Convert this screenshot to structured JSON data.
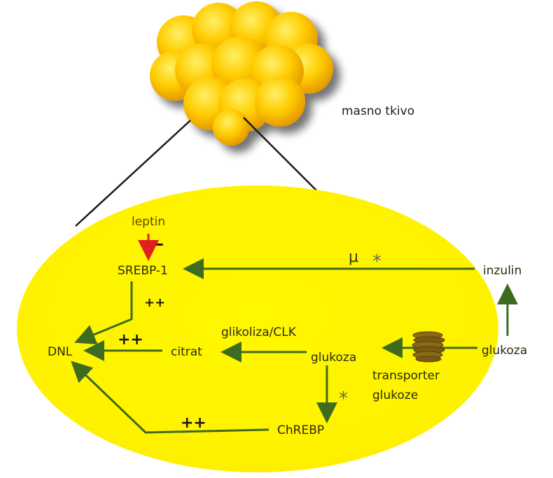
{
  "labels": {
    "tissue": "masno tkivo",
    "leptin": "leptin",
    "minus": "–",
    "srebp": "SREBP-1",
    "mu": "μ",
    "star_top": "*",
    "inzulin": "inzulin",
    "plus_srebp": "++",
    "glikoliza": "glikoliza/CLK",
    "plus_citrat": "++",
    "dnl": "DNL",
    "citrat": "citrat",
    "glukoza_inner": "glukoza",
    "glukoza_outer": "glukoza",
    "transporter_line1": "transporter",
    "transporter_line2": "glukoze",
    "star_mid": "*",
    "plus_chrebp": "++",
    "chrebp": "ChREBP"
  },
  "colors": {
    "cell": "#fff200",
    "arrow": "#3d6b1f",
    "inhibit": "#e02020",
    "transporter": "#7a5a10",
    "fat": "#ffcc00"
  }
}
